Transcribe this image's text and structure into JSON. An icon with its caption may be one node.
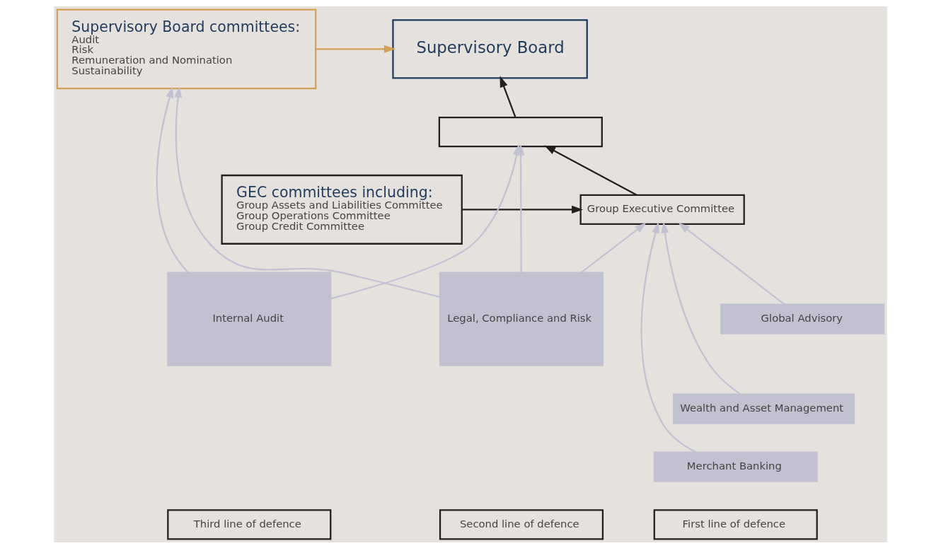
{
  "diagram": {
    "nodes": [
      {
        "text": [
          "Supervisory Board"
        ]
      },
      {
        "text": [
          "Supervisory Board committees:",
          "Audit",
          "Risk",
          "Remuneration and Nomination",
          "Sustainability"
        ]
      },
      {
        "text": [
          "GEC committees including:",
          "Group Assets and Liabilities Committee",
          "Group Operations Committee",
          "Group Credit Committee"
        ]
      },
      {
        "text": [],
        "shape": "box"
      },
      {
        "text": [
          "Group Executive Committee"
        ]
      },
      {
        "text": [
          "Global Advisory"
        ]
      },
      {
        "text": [
          "Wealth and Asset Management"
        ]
      },
      {
        "text": [
          "Merchant Banking"
        ]
      },
      {
        "text": [
          "Legal, Compliance and Risk"
        ]
      },
      {
        "text": [
          "Internal Audit"
        ]
      },
      {
        "text": [
          "First line of defence"
        ]
      },
      {
        "text": [
          "Second line of defence"
        ]
      },
      {
        "text": [
          "Third line of defence"
        ]
      }
    ],
    "edges": [
      {
        "from": 1,
        "to": 0,
        "arrow": "to",
        "color": "#d4a052"
      },
      {
        "from": 3,
        "to": 0,
        "arrow": "to",
        "color": "#231f20"
      },
      {
        "from": 4,
        "to": 3,
        "arrow": "to",
        "color": "#231f20"
      },
      {
        "from": 2,
        "to": 4,
        "arrow": "to",
        "color": "#231f20"
      },
      {
        "from": 5,
        "to": 4,
        "arrow": "to",
        "color": "#c2c1d2"
      },
      {
        "from": 6,
        "to": 4,
        "arrow": "to",
        "color": "#c2c1d2"
      },
      {
        "from": 7,
        "to": 4,
        "arrow": "to",
        "color": "#c2c1d2"
      },
      {
        "from": 8,
        "to": 4,
        "arrow": "to",
        "color": "#c2c1d2"
      },
      {
        "from": 8,
        "to": 3,
        "arrow": "to",
        "color": "#c2c1d2"
      },
      {
        "from": 8,
        "to": 1,
        "arrow": "to",
        "color": "#c2c1d2"
      },
      {
        "from": 9,
        "to": 3,
        "arrow": "to",
        "color": "#c2c1d2"
      },
      {
        "from": 9,
        "to": 1,
        "arrow": "to",
        "color": "#c2c1d2"
      }
    ]
  }
}
